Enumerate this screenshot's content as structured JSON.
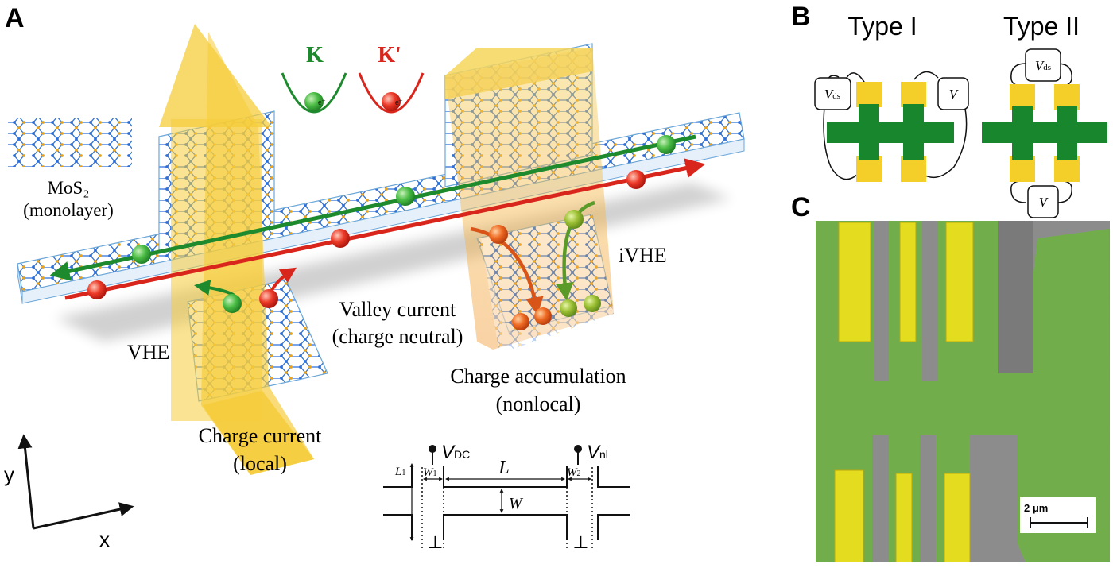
{
  "panels": {
    "a": {
      "letter": "A",
      "valley_k": "K",
      "valley_kprime": "K'",
      "electron_symbol": "e⁻",
      "material_formula": "MoS₂",
      "material_form": "(monolayer)",
      "vhe": "VHE",
      "ivhe": "iVHE",
      "valley_current_line1": "Valley current",
      "valley_current_line2": "(charge neutral)",
      "charge_accumulation_line1": "Charge accumulation",
      "charge_accumulation_line2": "(nonlocal)",
      "charge_current_line1": "Charge current",
      "charge_current_line2": "(local)",
      "axis_y": "y",
      "axis_x": "x",
      "schematic": {
        "v_dc_main": "V",
        "v_dc_sub": "DC",
        "v_nl_main": "V",
        "v_nl_sub": "nl",
        "l1_main": "L",
        "l1_sub": "1",
        "w1_main": "W",
        "w1_sub": "1",
        "l_label": "L",
        "w2_main": "W",
        "w2_sub": "2",
        "w_label": "W",
        "ground_symbol": "⊥"
      }
    },
    "b": {
      "letter": "B",
      "type1_title": "Type I",
      "type2_title": "Type II",
      "vds_main": "V",
      "vds_sub": "ds",
      "v_label": "V"
    },
    "c": {
      "letter": "C",
      "scale_bar_label": "2 μm"
    }
  },
  "colors": {
    "valley_k": "#1e8a2e",
    "valley_kprime": "#d9261c",
    "device_green": "#18862c",
    "contact_yellow": "#f4cf2a",
    "micrograph_green": "#72ad4c",
    "micrograph_gold": "#e4dc1e",
    "micrograph_gray": "#8c8c8c",
    "beam_yellow": "#f6cc3a",
    "lattice_blue": "#2d6fd6",
    "lattice_orange": "#e8a21c"
  }
}
